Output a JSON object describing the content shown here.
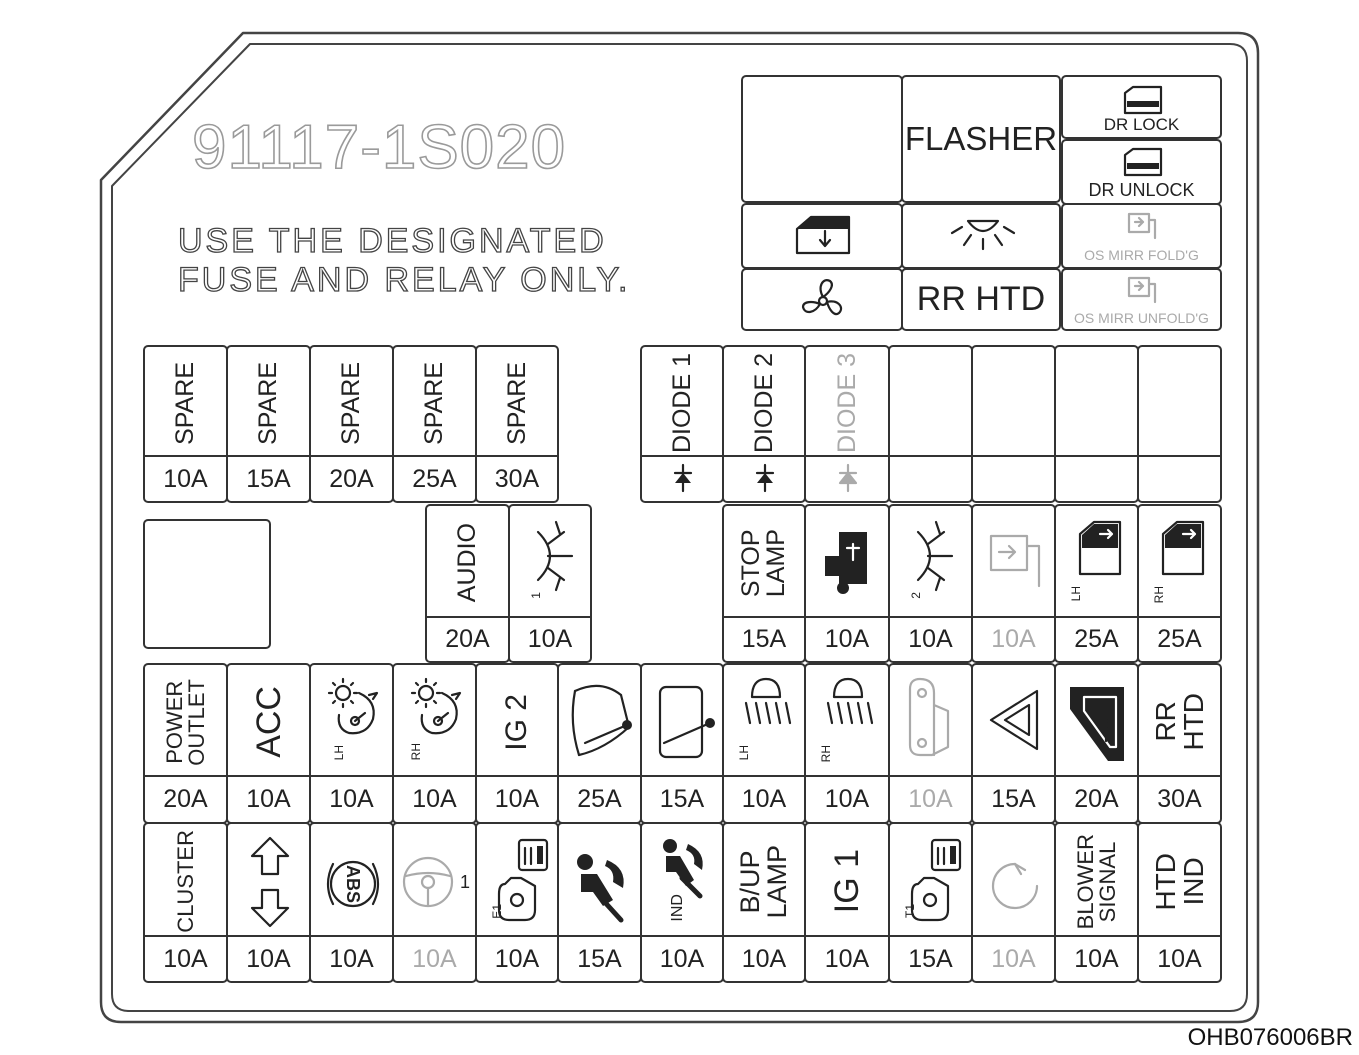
{
  "header": {
    "part_number": "91117-1S020",
    "instruction_line1": "USE THE DESIGNATED",
    "instruction_line2": "FUSE AND RELAY ONLY.",
    "image_code": "OHB076006BR"
  },
  "relays": {
    "flasher": "FLASHER",
    "rr_htd": "RR HTD",
    "dr_lock": "DR LOCK",
    "dr_unlock": "DR UNLOCK",
    "os_mirr_fold": "OS MIRR FOLD'G",
    "os_mirr_unfold": "OS MIRR UNFOLD'G"
  },
  "diodes": [
    {
      "label": "DIODE",
      "number": "1"
    },
    {
      "label": "DIODE",
      "number": "2"
    },
    {
      "label": "DIODE",
      "number": "3"
    }
  ],
  "fuses": {
    "row1": [
      {
        "label": "SPARE",
        "amp": "10A"
      },
      {
        "label": "SPARE",
        "amp": "15A"
      },
      {
        "label": "SPARE",
        "amp": "20A"
      },
      {
        "label": "SPARE",
        "amp": "25A"
      },
      {
        "label": "SPARE",
        "amp": "30A"
      }
    ],
    "row2": [
      {
        "label": "AUDIO",
        "amp": "20A"
      },
      {
        "icon": "room-lamp-icon",
        "sub": "1",
        "amp": "10A"
      },
      {
        "label": "STOP\nLAMP",
        "amp": "15A"
      },
      {
        "icon": "smart-key-icon",
        "amp": "10A"
      },
      {
        "icon": "room-lamp-icon",
        "sub": "2",
        "amp": "10A"
      },
      {
        "icon": "mirror-fold-icon",
        "amp": "10A"
      },
      {
        "icon": "power-window-icon",
        "sub": "LH",
        "amp": "25A"
      },
      {
        "icon": "power-window-icon",
        "sub": "RH",
        "amp": "25A"
      }
    ],
    "row3": [
      {
        "label": "POWER\nOUTLET",
        "amp": "20A"
      },
      {
        "label": "ACC",
        "amp": "10A"
      },
      {
        "icon": "climate-module-icon",
        "sub": "LH",
        "amp": "10A"
      },
      {
        "icon": "climate-module-icon",
        "sub": "RH",
        "amp": "10A"
      },
      {
        "label": "IG 2",
        "amp": "10A"
      },
      {
        "icon": "wiper-front-icon",
        "amp": "25A"
      },
      {
        "icon": "wiper-rear-icon",
        "amp": "15A"
      },
      {
        "icon": "headlamp-icon",
        "sub": "LH",
        "amp": "10A"
      },
      {
        "icon": "headlamp-icon",
        "sub": "RH",
        "amp": "10A"
      },
      {
        "icon": "trunk-icon",
        "amp": "10A"
      },
      {
        "icon": "hazard-icon",
        "amp": "15A"
      },
      {
        "icon": "door-lock-icon",
        "amp": "20A"
      },
      {
        "label": "RR\nHTD",
        "amp": "30A"
      }
    ],
    "row4": [
      {
        "label": "CLUSTER",
        "amp": "10A"
      },
      {
        "icon": "up-down-arrows-icon",
        "amp": "10A"
      },
      {
        "icon": "abs-icon",
        "amp": "10A"
      },
      {
        "icon": "steering-wheel-icon",
        "sub": "1",
        "amp": "10A"
      },
      {
        "icon": "ecu-icon",
        "sub": "E1",
        "amp": "10A"
      },
      {
        "icon": "airbag-icon",
        "amp": "15A"
      },
      {
        "icon": "airbag-indicator-icon",
        "sub": "IND",
        "amp": "10A"
      },
      {
        "label": "B/UP\nLAMP",
        "amp": "10A"
      },
      {
        "label": "IG 1",
        "amp": "10A"
      },
      {
        "icon": "tcu-icon",
        "sub": "T1",
        "amp": "15A"
      },
      {
        "icon": "rotate-arrow-icon",
        "amp": "10A"
      },
      {
        "label": "BLOWER\nSIGNAL",
        "amp": "10A"
      },
      {
        "label": "HTD\nIND",
        "amp": "10A"
      }
    ]
  }
}
